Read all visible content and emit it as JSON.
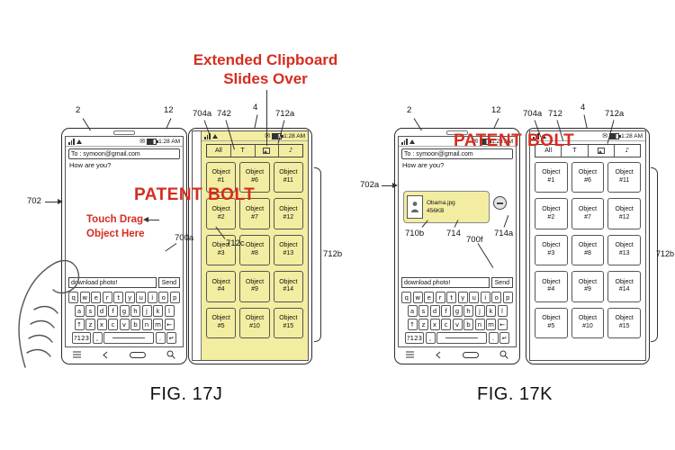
{
  "headline": {
    "line1": "Extended Clipboard",
    "line2": "Slides Over"
  },
  "watermark": "PATENT BOLT",
  "touch_drag": {
    "line1": "Touch Drag",
    "line2": "Object Here"
  },
  "captions": {
    "left": "FIG. 17J",
    "right": "FIG. 17K"
  },
  "phone": {
    "time": "1:28 AM",
    "to_field": "To : symoon@gmail.com",
    "message": "How are you?",
    "compose_value": "download photo!",
    "send_label": "Send"
  },
  "keyboard": {
    "rows": [
      [
        "q",
        "w",
        "e",
        "r",
        "t",
        "y",
        "u",
        "i",
        "o",
        "p"
      ],
      [
        "a",
        "s",
        "d",
        "f",
        "g",
        "h",
        "j",
        "k",
        "l"
      ],
      [
        "↑",
        "z",
        "x",
        "c",
        "v",
        "b",
        "n",
        "m",
        "←"
      ],
      [
        "?123",
        ",",
        " ",
        ".",
        "↵"
      ]
    ]
  },
  "clipboard": {
    "toolbar": {
      "all": "All",
      "text": "T",
      "music_glyph": "♪"
    },
    "object_word": "Object",
    "objects": [
      "#1",
      "#6",
      "#11",
      "#2",
      "#7",
      "#12",
      "#3",
      "#8",
      "#13",
      "#4",
      "#9",
      "#14",
      "#5",
      "#10",
      "#15"
    ]
  },
  "attachment": {
    "filename": "Obama.jpg",
    "size": "456KB"
  },
  "icons": {
    "envelope": "✉"
  },
  "refs_left": {
    "r2": "2",
    "r12": "12",
    "r704a": "704a",
    "r742": "742",
    "r4": "4",
    "r712a": "712a",
    "r702": "702",
    "r700a": "700a",
    "r712c": "712c",
    "r712b": "712b"
  },
  "refs_right": {
    "r2": "2",
    "r12": "12",
    "r704a": "704a",
    "r712": "712",
    "r4": "4",
    "r712a": "712a",
    "r702a": "702a",
    "r710b": "710b",
    "r714": "714",
    "r700f": "700f",
    "r714a": "714a",
    "r712b": "712b"
  },
  "colors": {
    "highlight": "#f3eda1",
    "red": "#d62d20"
  }
}
